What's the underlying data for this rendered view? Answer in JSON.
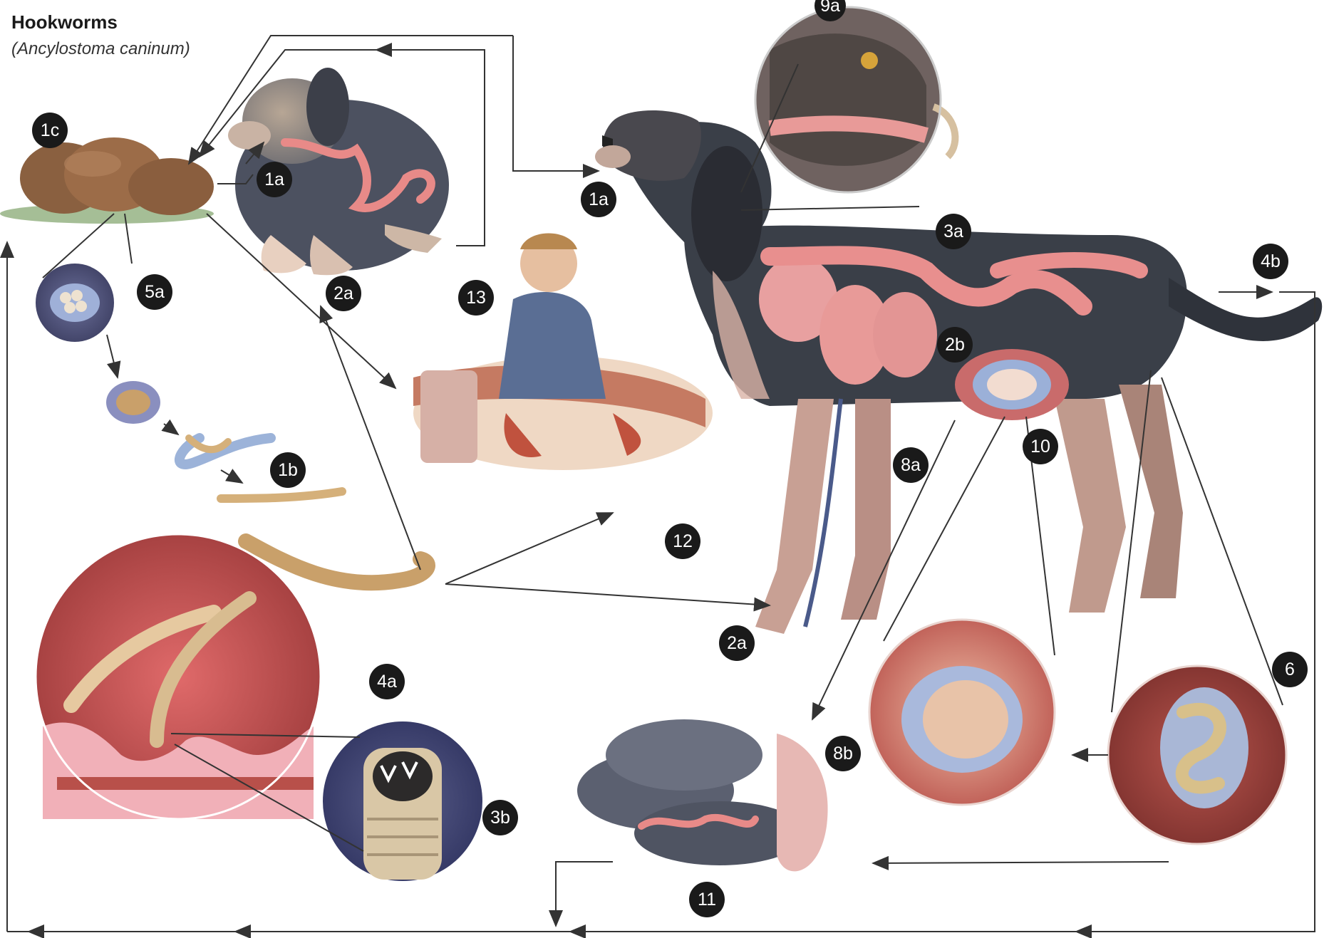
{
  "header": {
    "title": "Hookworms",
    "subtitle": "(Ancylostoma caninum)"
  },
  "labels": [
    {
      "id": "9a",
      "text": "9a"
    },
    {
      "id": "1c",
      "text": "1c"
    },
    {
      "id": "1a-pup",
      "text": "1a"
    },
    {
      "id": "1a-dog",
      "text": "1a"
    },
    {
      "id": "3a",
      "text": "3a"
    },
    {
      "id": "4b",
      "text": "4b"
    },
    {
      "id": "5a",
      "text": "5a"
    },
    {
      "id": "2a-top",
      "text": "2a"
    },
    {
      "id": "13",
      "text": "13"
    },
    {
      "id": "2b",
      "text": "2b"
    },
    {
      "id": "1b",
      "text": "1b"
    },
    {
      "id": "10",
      "text": "10"
    },
    {
      "id": "8a",
      "text": "8a"
    },
    {
      "id": "12",
      "text": "12"
    },
    {
      "id": "2a-paw",
      "text": "2a"
    },
    {
      "id": "4a",
      "text": "4a"
    },
    {
      "id": "6",
      "text": "6"
    },
    {
      "id": "8b",
      "text": "8b"
    },
    {
      "id": "3b",
      "text": "3b"
    },
    {
      "id": "11",
      "text": "11"
    }
  ],
  "colors": {
    "badge": "#1a1a1a",
    "arrow": "#333333",
    "organ": "#e8a0a0",
    "dog_dark": "#3a3f48",
    "tissue": "#c0504a",
    "worm": "#d6b27a"
  }
}
